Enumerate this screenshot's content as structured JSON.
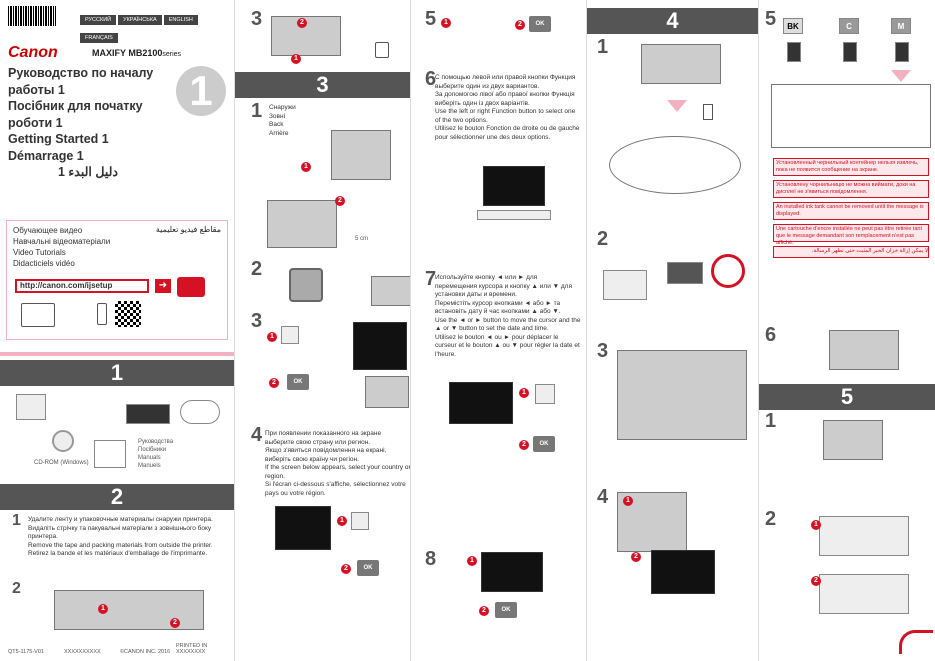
{
  "header": {
    "lang_tabs": [
      "РУССКИЙ",
      "УКРАЇНСЬКА",
      "ENGLISH",
      "FRANÇAIS"
    ],
    "brand": "Canon",
    "product": "MAXIFY MB2100",
    "product_suffix": "series",
    "guide_number": "1"
  },
  "title": {
    "ru": "Руководство по началу работы 1",
    "uk": "Посібник для початку роботи 1",
    "en": "Getting Started 1",
    "fr": "Démarrage 1",
    "ar": "دليل البدء 1"
  },
  "video": {
    "ru": "Обучающее видео",
    "uk": "Навчальні відеоматеріали",
    "en": "Video Tutorials",
    "fr": "Didacticiels vidéo",
    "ar": "مقاطع فيديو تعليمية",
    "url": "http://canon.com/ijsetup"
  },
  "sections": {
    "s1": "1",
    "s2": "2",
    "s3": "3",
    "s4": "4",
    "s5": "5"
  },
  "section1": {
    "cdrom": "CD-ROM (Windows)",
    "manuals": [
      "Руководства",
      "Посібники",
      "Manuals",
      "Manuels"
    ]
  },
  "section2": {
    "step1_ru": "Удалите ленту и упаковочные материалы снаружи принтера.",
    "step1_uk": "Видаліть стрічку та пакувальні матеріали з зовнішнього боку принтера.",
    "step1_en": "Remove the tape and packing materials from outside the printer.",
    "step1_fr": "Retirez la bande et les matériaux d'emballage de l'imprimante."
  },
  "section3": {
    "step1_labels": [
      "Снаружи",
      "Зовні",
      "Back",
      "Arrière"
    ],
    "measure": "5 cm",
    "step4_ru": "При появлении показанного на экране выберите свою страну или регион.",
    "step4_uk": "Якщо з'явиться повідомлення на екрані, виберіть свою країну чи регіон.",
    "step4_en": "If the screen below appears, select your country or region.",
    "step4_fr": "Si l'écran ci-dessous s'affiche, sélectionnez votre pays ou votre région."
  },
  "col3": {
    "step6_ru": "С помощью левой или правой кнопки Функция выберите один из двух вариантов.",
    "step6_uk": "За допомогою лівої або правої кнопки Функція виберіть один із двох варіантів.",
    "step6_en": "Use the left or right Function button to select one of the two options.",
    "step6_fr": "Utilisez le bouton Fonction de droite ou de gauche pour sélectionner une des deux options.",
    "step7_ru": "Используйте кнопку ◄ или ► для перемещения курсора и кнопку ▲ или ▼ для установки даты и времени.",
    "step7_uk": "Перемістіть курсор кнопками ◄ або ► та встановіть дату й час кнопками ▲ або ▼.",
    "step7_en": "Use the ◄ or ► button to move the cursor and the ▲ or ▼ button to set the date and time.",
    "step7_fr": "Utilisez le bouton ◄ ou ► pour déplacer le curseur et le bouton ▲ ou ▼ pour régler la date et l'heure.",
    "ok": "OK"
  },
  "col5": {
    "inks": [
      "BK",
      "C",
      "M"
    ],
    "warn_ru": "Установленный чернильный контейнер нельзя извлечь, пока не появится сообщение на экране.",
    "warn_uk": "Установлену чорнильницю не можна виймати, доки на дисплеї не з'явиться повідомлення.",
    "warn_en": "An installed ink tank cannot be removed until the message is displayed.",
    "warn_fr": "Une cartouche d'encre installée ne peut pas être retirée tant que le message demandant son remplacement n'est pas affiché.",
    "warn_ar": "لا يمكن إزالة خزان الحبر المثبت حتى تظهر الرسالة."
  },
  "footer": {
    "left": "QT5-1175-V01",
    "mid1": "XXXXXXXXXX",
    "mid2": "©CANON INC. 2016",
    "right": "PRINTED IN XXXXXXXX"
  }
}
